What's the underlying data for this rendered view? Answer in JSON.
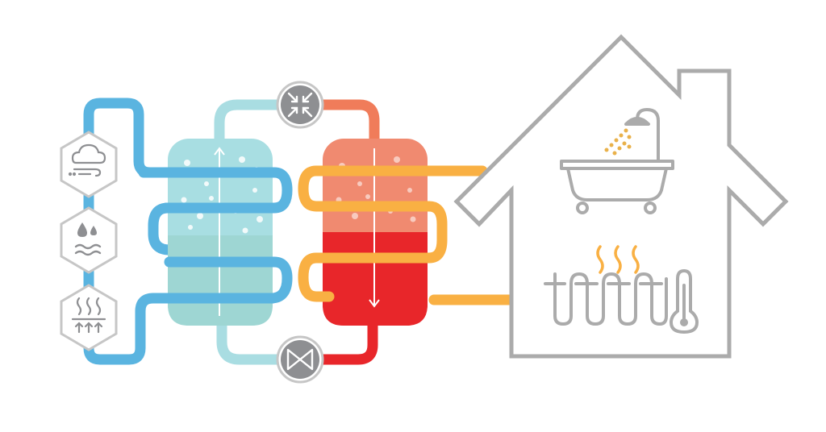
{
  "diagram": {
    "type": "heat-pump-cycle",
    "sources": [
      {
        "name": "air",
        "icon": "cloud-wind-icon"
      },
      {
        "name": "water",
        "icon": "water-drop-waves-icon"
      },
      {
        "name": "ground",
        "icon": "ground-heat-icon"
      }
    ],
    "components": [
      {
        "name": "evaporator",
        "icon": "evaporator-tank-icon"
      },
      {
        "name": "compressor",
        "icon": "compressor-icon"
      },
      {
        "name": "condenser",
        "icon": "condenser-tank-icon"
      },
      {
        "name": "expansion-valve",
        "icon": "expansion-valve-icon"
      }
    ],
    "outputs": [
      {
        "name": "hot-water",
        "icon": "bathtub-shower-icon"
      },
      {
        "name": "space-heating",
        "icon": "radiator-icon"
      },
      {
        "name": "thermostat",
        "icon": "thermometer-icon"
      }
    ]
  },
  "colors": {
    "source_loop": "#5AB4E0",
    "cold_refrigerant": "#A9DDE2",
    "evaporator_top": "#A8DEE2",
    "evaporator_bottom": "#9ED6D3",
    "condenser_top": "#F08A70",
    "condenser_bottom": "#E8262A",
    "refrigerant_hot_pipe": "#F07C5A",
    "refrigerant_liquid_pipe": "#E8262A",
    "heating_loop": "#F9B043",
    "house_line": "#ABABAB",
    "icon_gray": "#8E8F92",
    "hex_stroke": "#C6C6C6",
    "shower_drops": "#E9B14A"
  }
}
